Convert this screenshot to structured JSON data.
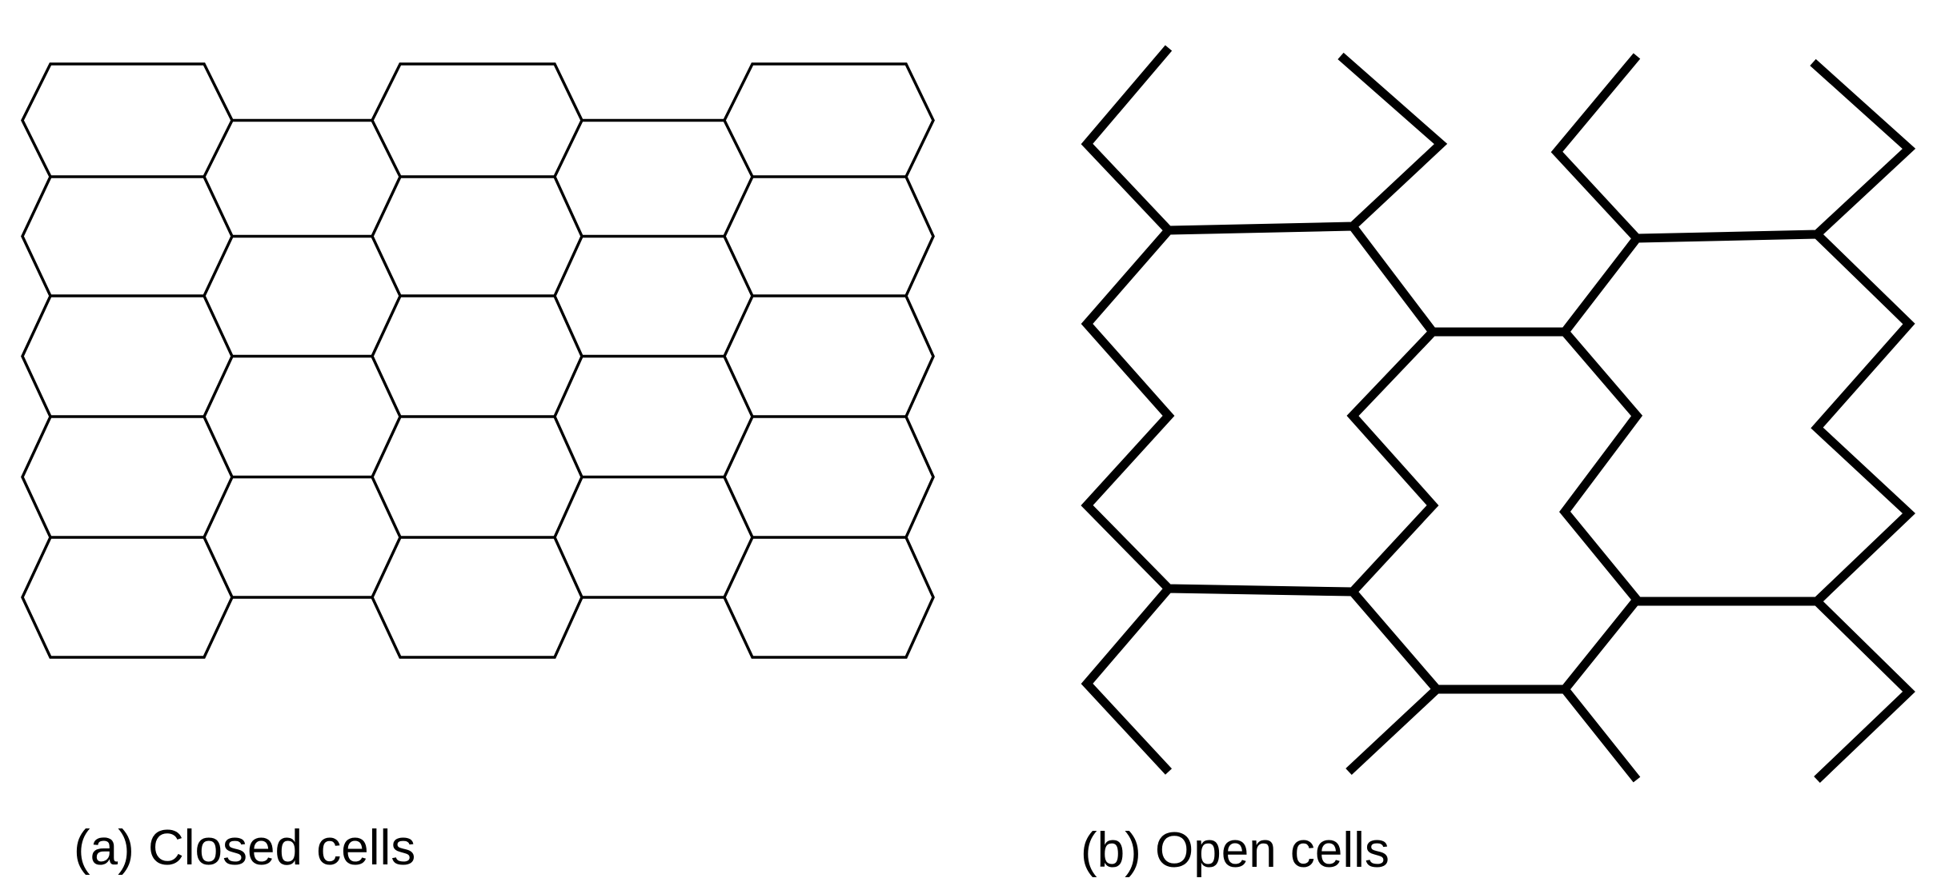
{
  "panels": [
    {
      "id": "a",
      "caption": "(a) Closed cells"
    },
    {
      "id": "b",
      "caption": "(b) Open cells"
    }
  ],
  "colors": {
    "background": "#ffffff",
    "stroke": "#000000"
  }
}
